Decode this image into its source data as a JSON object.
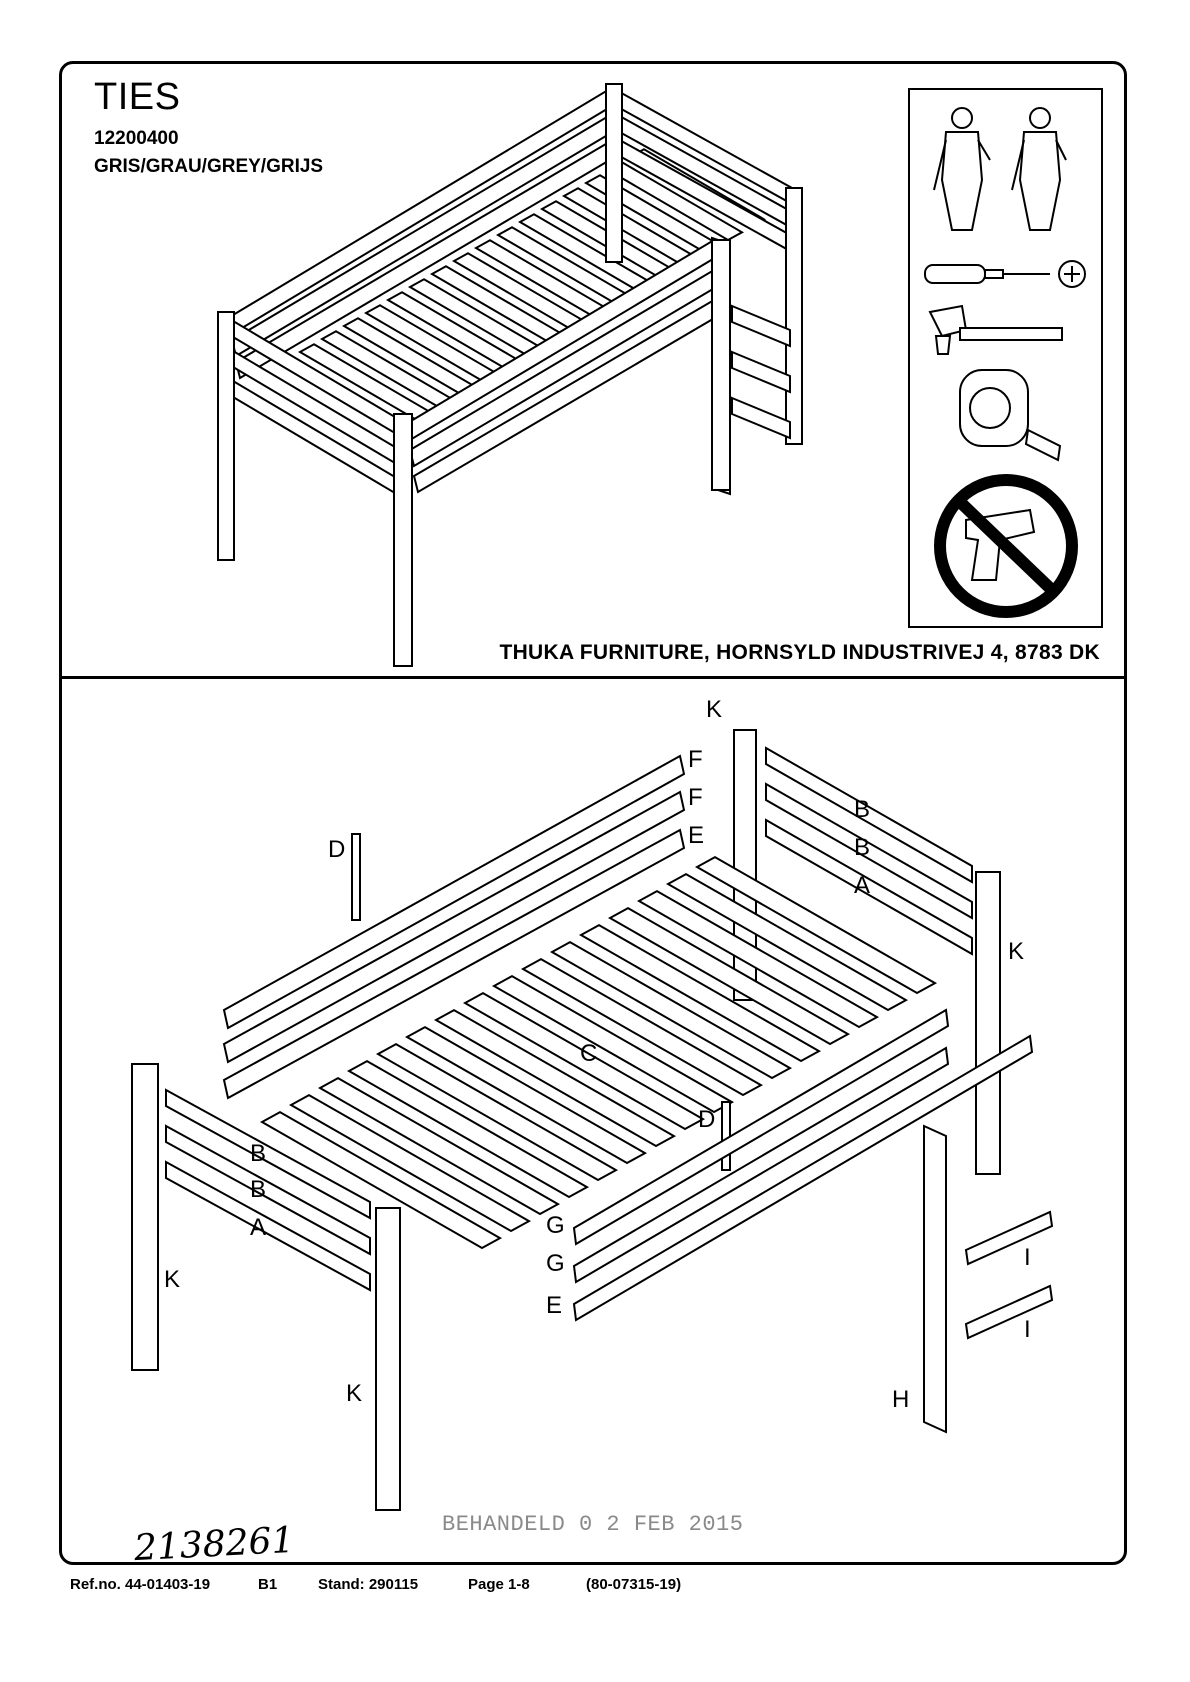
{
  "product": {
    "name": "TIES",
    "item_number": "12200400",
    "color": "GRIS/GRAU/GREY/GRIJS"
  },
  "manufacturer_address": "THUKA FURNITURE, HORNSYLD INDUSTRIVEJ 4, 8783 DK",
  "tools": [
    "two-people-icon",
    "phillips-screwdriver-icon",
    "hammer-icon",
    "tape-measure-icon",
    "no-power-drill-icon"
  ],
  "part_labels": {
    "k_top": "K",
    "f1": "F",
    "f2": "F",
    "e_top": "E",
    "d_left": "D",
    "b_right1": "B",
    "b_right2": "B",
    "a_right": "A",
    "k_right": "K",
    "c_slats": "C",
    "d_mid": "D",
    "b_left1": "B",
    "b_left2": "B",
    "a_left": "A",
    "k_left": "K",
    "k_front": "K",
    "g1": "G",
    "g2": "G",
    "e_bottom": "E",
    "i1": "I",
    "i2": "I",
    "h": "H"
  },
  "stamp": "BEHANDELD 0 2 FEB 2015",
  "handwritten_note": "2138261",
  "footer": {
    "ref": "Ref.no. 44-01403-19",
    "code": "B1",
    "stand": "Stand: 290115",
    "page": "Page 1-8",
    "extra": "(80-07315-19)"
  }
}
